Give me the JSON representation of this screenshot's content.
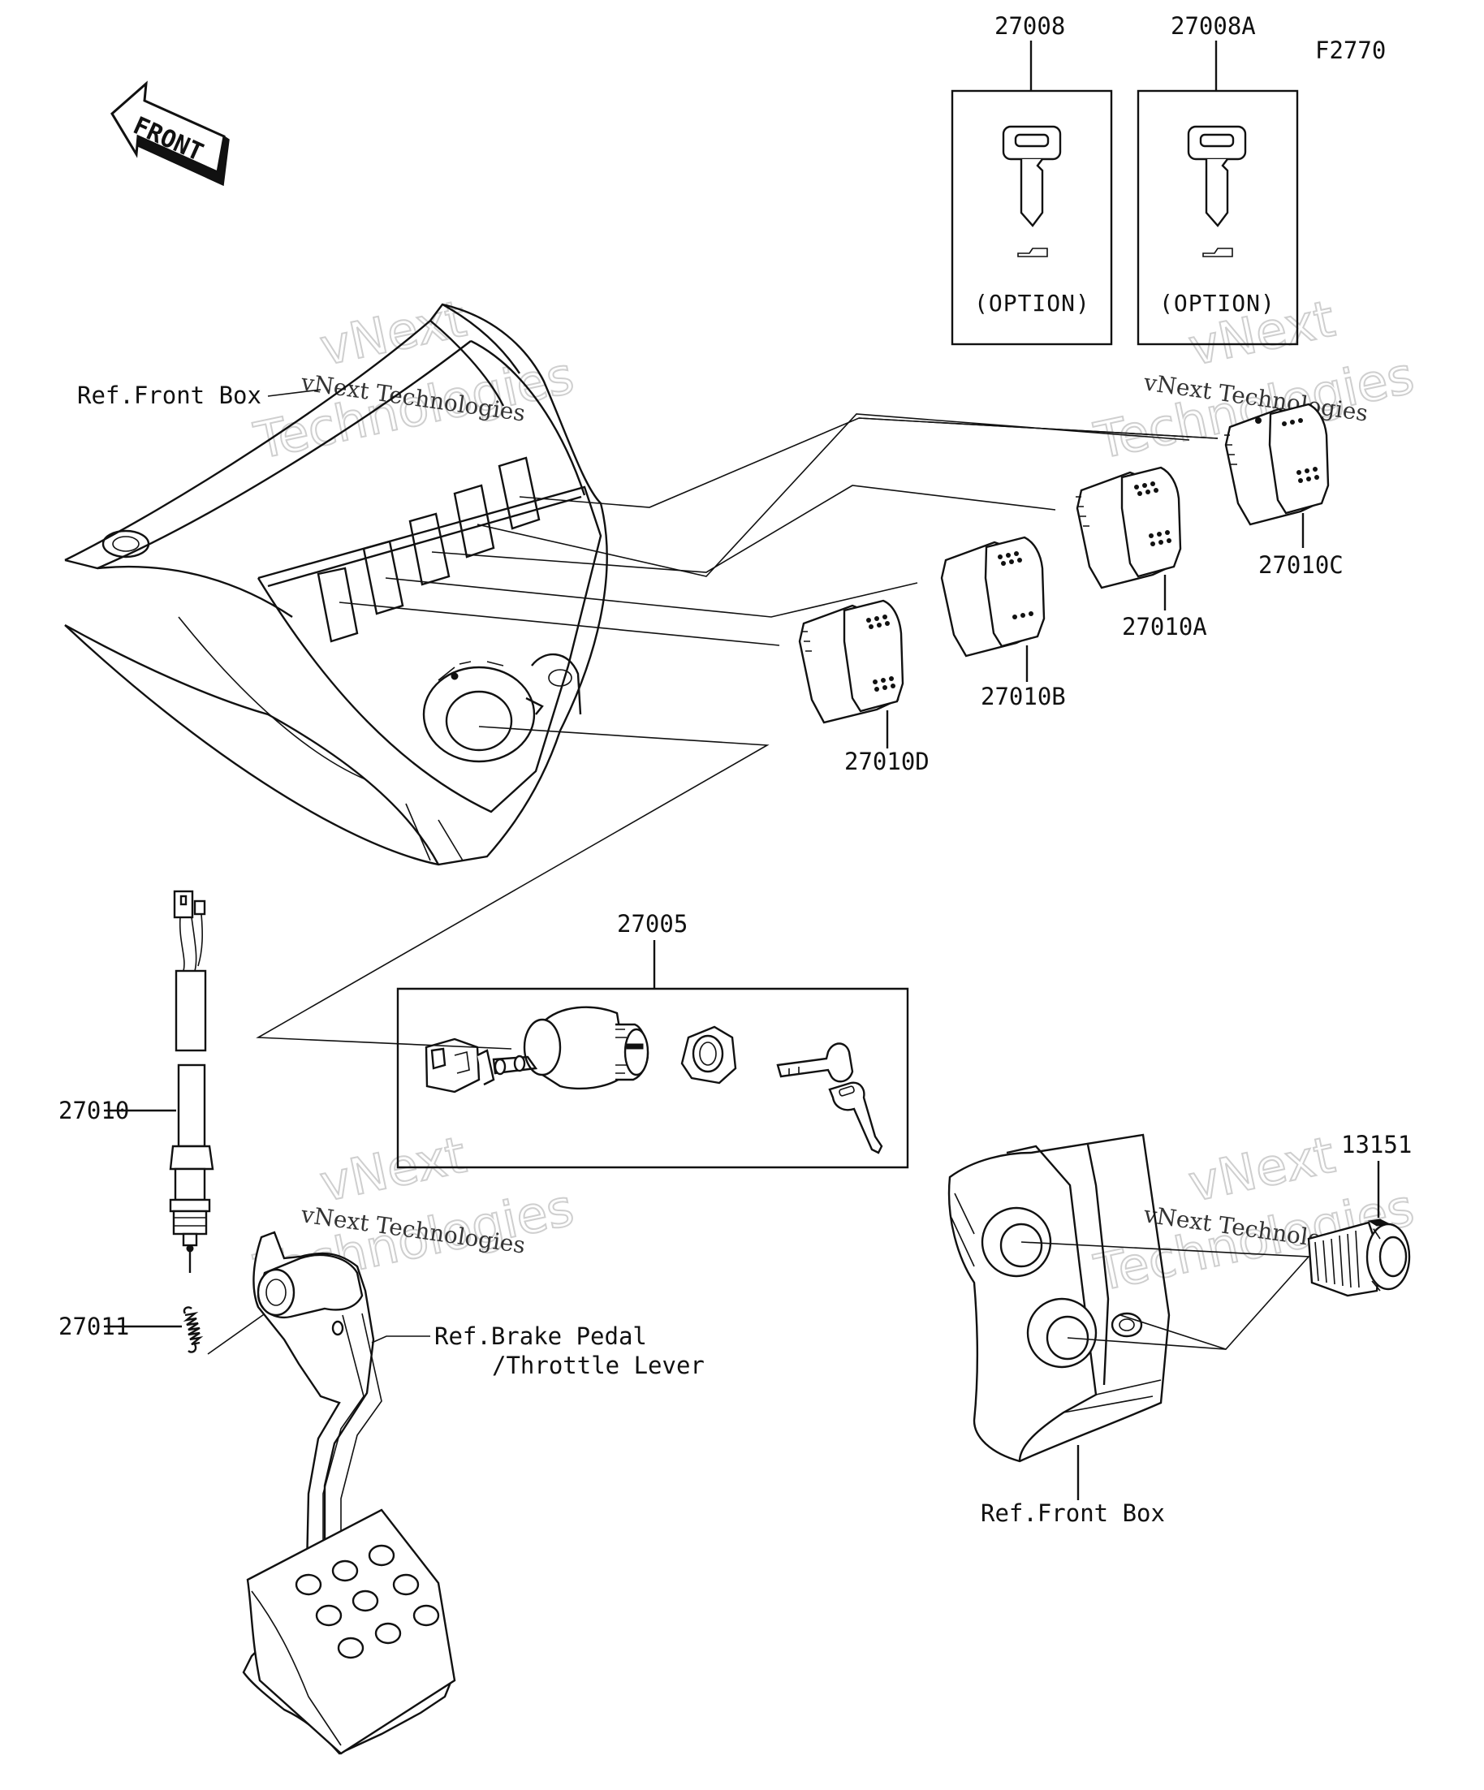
{
  "figure_code": "F2770",
  "front_arrow": {
    "label": "FRONT"
  },
  "callouts": {
    "key_a": "27008",
    "key_b": "27008A",
    "key_a_option": "(OPTION)",
    "key_b_option": "(OPTION)",
    "switch_c": "27010C",
    "switch_a": "27010A",
    "switch_b": "27010B",
    "switch_d": "27010D",
    "ignition_set": "27005",
    "stop_switch": "27010",
    "spring": "27011",
    "socket": "13151"
  },
  "references": {
    "front_box_top": "Ref.Front Box",
    "brake_pedal_line1": "Ref.Brake Pedal",
    "brake_pedal_line2": "/Throttle Lever",
    "front_box_bottom": "Ref.Front Box"
  },
  "watermark": {
    "line1": "vNext",
    "line2": "Technologies",
    "small": "vNext Technologies"
  }
}
